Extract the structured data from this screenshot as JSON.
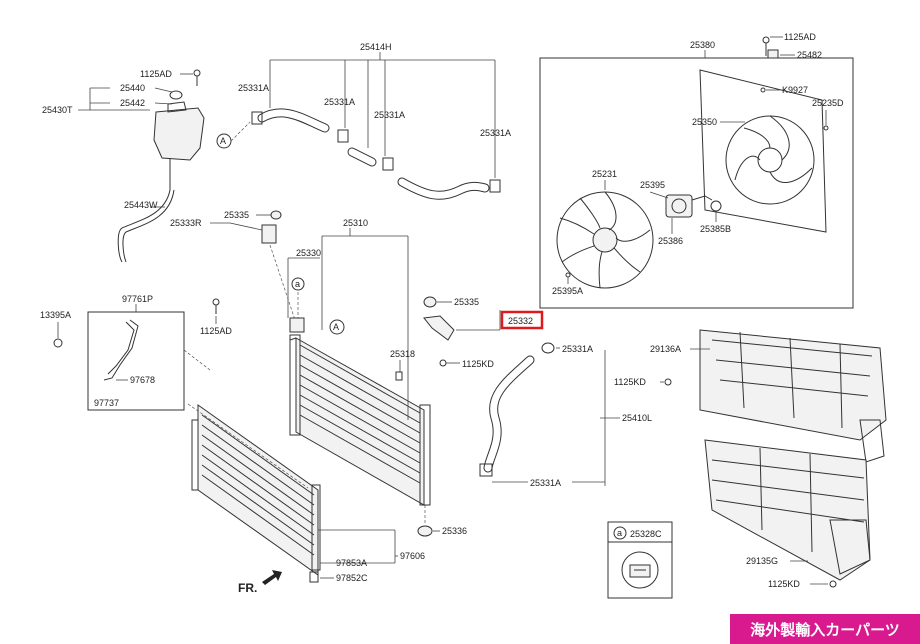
{
  "colors": {
    "highlight": "#e0191f",
    "banner": "#d91a8f",
    "line": "#333333",
    "background": "#ffffff"
  },
  "icons": [
    "arrow-icon",
    "ref-a-icon"
  ],
  "labels": {
    "p25414H": "25414H",
    "p1125AD_a": "1125AD",
    "p25440": "25440",
    "p25442": "25442",
    "p25430T": "25430T",
    "p25331A_a": "25331A",
    "p25331A_b": "25331A",
    "p25331A_c": "25331A",
    "p25331A_d": "25331A",
    "p25443W": "25443W",
    "p25333R": "25333R",
    "p25335_a": "25335",
    "p25310": "25310",
    "p25330": "25330",
    "p97761P": "97761P",
    "p13395A": "13395A",
    "p1125AD_b": "1125AD",
    "p97678": "97678",
    "p97737": "97737",
    "p25318": "25318",
    "p25335_b": "25335",
    "p25332": "25332",
    "p1125KD_a": "1125KD",
    "p25331A_e": "25331A",
    "p25410L": "25410L",
    "p25331A_f": "25331A",
    "p25336": "25336",
    "p97853A": "97853A",
    "p97606": "97606",
    "p97852C": "97852C",
    "fr": "FR.",
    "p1125AD_c": "1125AD",
    "p25482": "25482",
    "p25380": "25380",
    "pK9927": "K9927",
    "p25235D": "25235D",
    "p25350": "25350",
    "p25231": "25231",
    "p25395": "25395",
    "p25386": "25386",
    "p25385B": "25385B",
    "p25395A": "25395A",
    "p29136A": "29136A",
    "p1125KD_b": "1125KD",
    "p29135G": "29135G",
    "p1125KD_c": "1125KD",
    "p25328C": "25328C",
    "ref_a1": "A",
    "ref_a2": "A",
    "ref_a3": "a",
    "ref_a4": "a"
  },
  "banner_text": "海外製輸入カーパーツ"
}
